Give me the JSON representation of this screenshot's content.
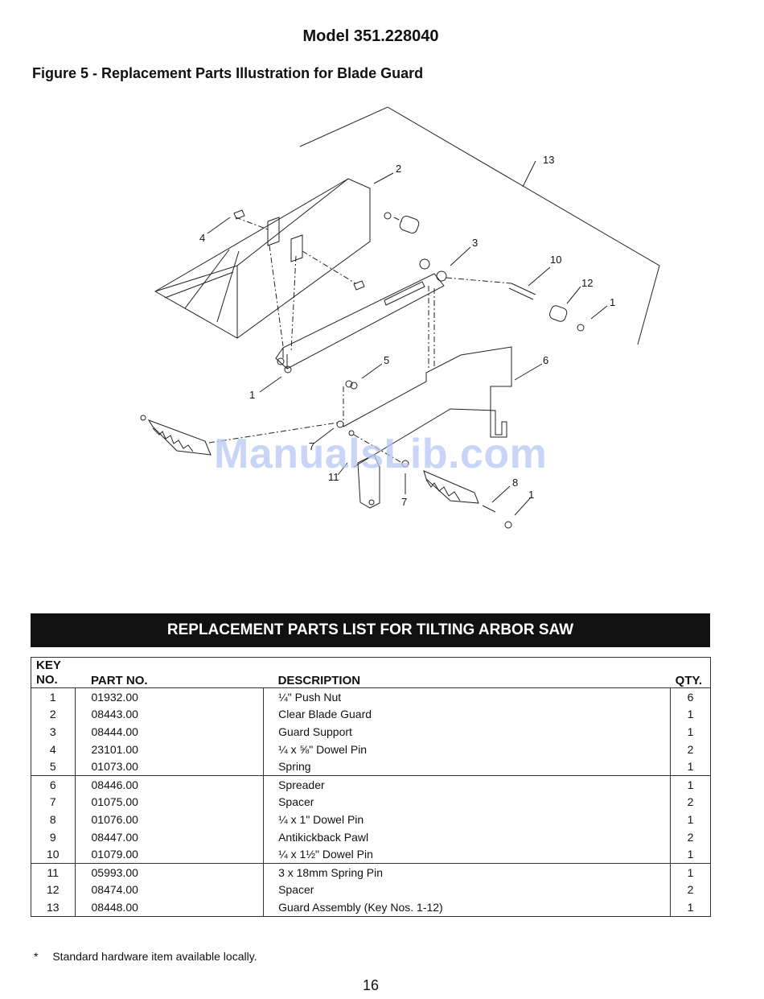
{
  "header": {
    "model": "Model 351.228040",
    "figure_title": "Figure 5 - Replacement Parts Illustration for Blade Guard"
  },
  "illustration": {
    "callouts": [
      "13",
      "2",
      "4",
      "3",
      "10",
      "12",
      "1",
      "5",
      "6",
      "1",
      "7",
      "11",
      "7",
      "8",
      "1"
    ],
    "watermark": "ManualsLib.com"
  },
  "parts_list": {
    "banner": "REPLACEMENT PARTS LIST FOR TILTING ARBOR SAW",
    "headers": {
      "key_line1": "KEY",
      "key_line2": "NO.",
      "part": "PART NO.",
      "desc": "DESCRIPTION",
      "qty": "QTY."
    },
    "rows": [
      {
        "key": "1",
        "part": "01932.00",
        "desc": "¼\" Push Nut",
        "qty": "6"
      },
      {
        "key": "2",
        "part": "08443.00",
        "desc": "Clear Blade Guard",
        "qty": "1"
      },
      {
        "key": "3",
        "part": "08444.00",
        "desc": "Guard Support",
        "qty": "1"
      },
      {
        "key": "4",
        "part": "23101.00",
        "desc": "¼ x ⅝\" Dowel Pin",
        "qty": "2"
      },
      {
        "key": "5",
        "part": "01073.00",
        "desc": "Spring",
        "qty": "1"
      },
      {
        "key": "6",
        "part": "08446.00",
        "desc": "Spreader",
        "qty": "1"
      },
      {
        "key": "7",
        "part": "01075.00",
        "desc": "Spacer",
        "qty": "2"
      },
      {
        "key": "8",
        "part": "01076.00",
        "desc": "¼ x 1\" Dowel Pin",
        "qty": "1"
      },
      {
        "key": "9",
        "part": "08447.00",
        "desc": "Antikickback Pawl",
        "qty": "2"
      },
      {
        "key": "10",
        "part": "01079.00",
        "desc": "¼ x 1½\" Dowel Pin",
        "qty": "1"
      },
      {
        "key": "11",
        "part": "05993.00",
        "desc": "3 x 18mm Spring Pin",
        "qty": "1"
      },
      {
        "key": "12",
        "part": "08474.00",
        "desc": "Spacer",
        "qty": "2"
      },
      {
        "key": "13",
        "part": "08448.00",
        "desc": "Guard Assembly (Key Nos. 1-12)",
        "qty": "1"
      }
    ]
  },
  "footnote": {
    "marker": "*",
    "text": "Standard hardware item available locally."
  },
  "page_number": "16"
}
